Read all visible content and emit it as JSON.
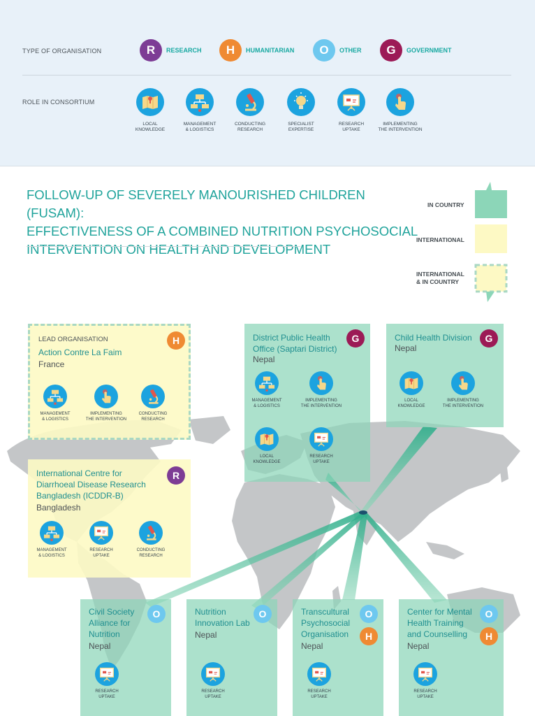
{
  "legend": {
    "type_label": "TYPE OF ORGANISATION",
    "types": [
      {
        "letter": "R",
        "name": "RESEARCH",
        "color": "#7d3c95"
      },
      {
        "letter": "H",
        "name": "HUMANITARIAN",
        "color": "#ef8a33"
      },
      {
        "letter": "O",
        "name": "OTHER",
        "color": "#6ec8ef"
      },
      {
        "letter": "G",
        "name": "GOVERNMENT",
        "color": "#9c1a56"
      }
    ],
    "role_label": "ROLE IN CONSORTIUM",
    "roles": [
      {
        "icon": "map-icon",
        "line1": "LOCAL",
        "line2": "KNOWLEDGE"
      },
      {
        "icon": "org-chart-icon",
        "line1": "MANAGEMENT",
        "line2": "& LOGISTICS"
      },
      {
        "icon": "microscope-icon",
        "line1": "CONDUCTING",
        "line2": "RESEARCH"
      },
      {
        "icon": "lightbulb-icon",
        "line1": "SPECIALIST",
        "line2": "EXPERTISE"
      },
      {
        "icon": "presentation-board-icon",
        "line1": "RESEARCH",
        "line2": "UPTAKE"
      },
      {
        "icon": "pointing-hand-icon",
        "line1": "IMPLEMENTING",
        "line2": "THE INTERVENTION"
      }
    ]
  },
  "title": {
    "line1": "FOLLOW-UP OF SEVERELY MANOURISHED CHILDREN (FUSAM):",
    "line2": "EFFECTIVENESS OF A COMBINED NUTRITION PSYCHOSOCIAL",
    "line3": "INTERVENTION ON HEALTH AND DEVELOPMENT"
  },
  "location_key": {
    "in_country": "IN COUNTRY",
    "international": "INTERNATIONAL",
    "both_line1": "INTERNATIONAL",
    "both_line2": "& IN COUNTRY"
  },
  "colors": {
    "green": "#8cd6b8",
    "yellow": "#fdf9c4",
    "icon_blue": "#1ca3df",
    "teal_text": "#1f8f90"
  },
  "organisations": {
    "acf": {
      "lead_label": "LEAD ORGANISATION",
      "name": "Action Contre La Faim",
      "country": "France",
      "badge": "H",
      "roles": [
        {
          "line1": "MANAGEMENT",
          "line2": "& LOGISTICS"
        },
        {
          "line1": "IMPLEMENTING",
          "line2": "THE INTERVENTION"
        },
        {
          "line1": "CONDUCTING",
          "line2": "RESEARCH"
        }
      ]
    },
    "icddrb": {
      "name_line1": "International Centre for",
      "name_line2": "Diarrhoeal Disease Research",
      "name_line3": "Bangladesh (ICDDR-B)",
      "country": "Bangladesh",
      "badge": "R",
      "roles": [
        {
          "line1": "MANAGEMENT",
          "line2": "& LOGISTICS"
        },
        {
          "line1": "RESEARCH",
          "line2": "UPTAKE"
        },
        {
          "line1": "CONDUCTING",
          "line2": "RESEARCH"
        }
      ]
    },
    "dpho": {
      "name_line1": "District Public Health",
      "name_line2": "Office (Saptari District)",
      "country": "Nepal",
      "badge": "G",
      "roles": [
        {
          "line1": "MANAGEMENT",
          "line2": "& LOGISTICS"
        },
        {
          "line1": "IMPLEMENTING",
          "line2": "THE INTERVENTION"
        },
        {
          "line1": "LOCAL",
          "line2": "KNOWLEDGE"
        },
        {
          "line1": "RESEARCH",
          "line2": "UPTAKE"
        }
      ]
    },
    "chd": {
      "name": "Child Health Division",
      "country": "Nepal",
      "badge": "G",
      "roles": [
        {
          "line1": "LOCAL",
          "line2": "KNOWLEDGE"
        },
        {
          "line1": "IMPLEMENTING",
          "line2": "THE INTERVENTION"
        }
      ]
    },
    "csa": {
      "name_line1": "Civil Society",
      "name_line2": "Alliance for",
      "name_line3": "Nutrition",
      "country": "Nepal",
      "badge": "O",
      "roles": [
        {
          "line1": "RESEARCH",
          "line2": "UPTAKE"
        }
      ]
    },
    "nil": {
      "name_line1": "Nutrition",
      "name_line2": "Innovation Lab",
      "country": "Nepal",
      "badge": "O",
      "roles": [
        {
          "line1": "RESEARCH",
          "line2": "UPTAKE"
        }
      ]
    },
    "tpo": {
      "name_line1": "Transcultural",
      "name_line2": "Psychosocial",
      "name_line3": "Organisation",
      "country": "Nepal",
      "badge1": "O",
      "badge2": "H",
      "roles": [
        {
          "line1": "RESEARCH",
          "line2": "UPTAKE"
        }
      ]
    },
    "cmh": {
      "name_line1": "Center for Mental",
      "name_line2": "Health Training",
      "name_line3": "and Counselling",
      "country": "Nepal",
      "badge1": "O",
      "badge2": "H",
      "roles": [
        {
          "line1": "RESEARCH",
          "line2": "UPTAKE"
        }
      ]
    }
  }
}
